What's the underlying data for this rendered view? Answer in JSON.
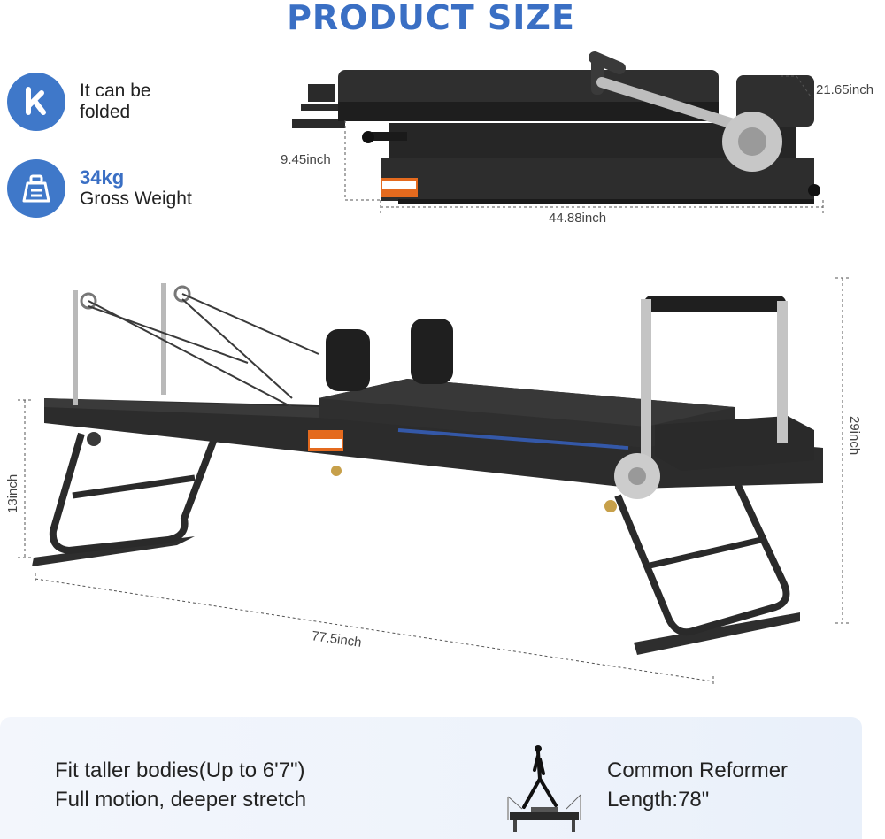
{
  "title": "PRODUCT SIZE",
  "features": [
    {
      "icon": "fold-icon",
      "line1": "It can be",
      "line2": "folded"
    },
    {
      "icon": "weight-icon",
      "value": "34kg",
      "label": "Gross Weight"
    }
  ],
  "folded_dimensions": {
    "depth": "21.65inch",
    "height": "9.45inch",
    "length": "44.88inch"
  },
  "unfolded_dimensions": {
    "length": "77.5inch",
    "height": "13inch",
    "total_height": "29inch"
  },
  "bottom": {
    "left_line1": "Fit taller bodies(Up to 6'7\")",
    "left_line2": "Full motion, deeper stretch",
    "right_line1": "Common Reformer",
    "right_line2": "Length:78\""
  },
  "colors": {
    "accent": "#3a6fc4",
    "frame": "#2a2a2a",
    "warning": "#e46a1e"
  }
}
